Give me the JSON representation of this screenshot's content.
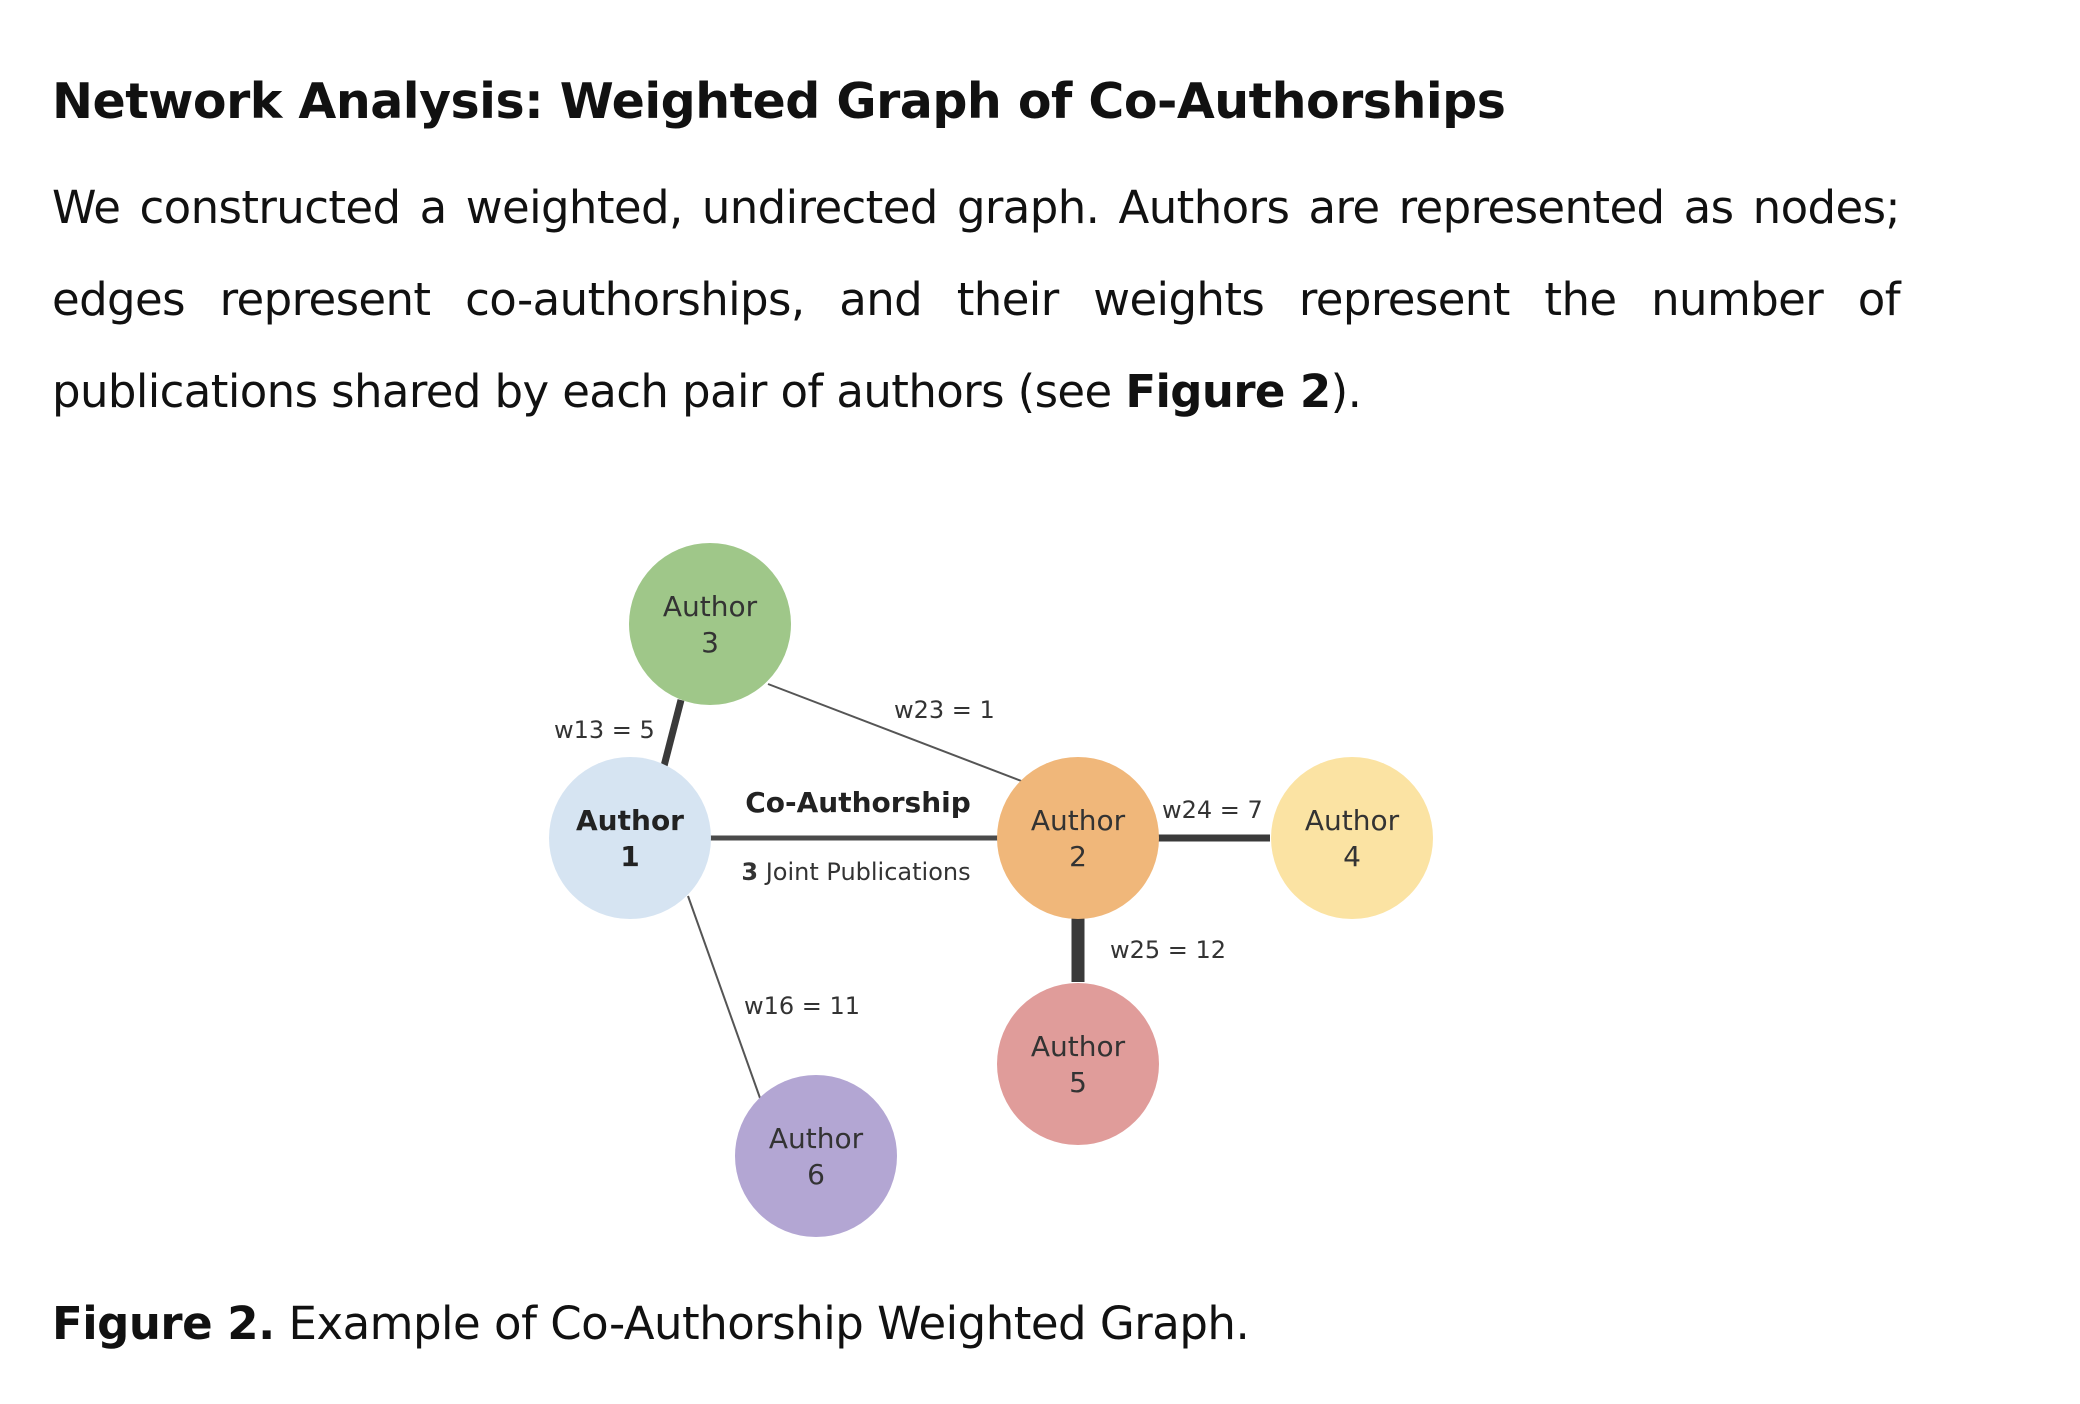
{
  "section": {
    "heading": "Network Analysis: Weighted Graph of Co-Authorships"
  },
  "paragraph": {
    "text_before": "We constructed a weighted, undirected graph. Authors are represented as nodes; edges represent co-authorships, and their weights represent the number of publications shared by each pair of authors (see ",
    "figure_ref": "Figure 2",
    "text_after": ")."
  },
  "figure": {
    "nodes": [
      {
        "id": "1",
        "word": "Author",
        "number": "1",
        "color": "#d6e4f2",
        "bold": true
      },
      {
        "id": "2",
        "word": "Author",
        "number": "2",
        "color": "#f0b77a",
        "bold": false
      },
      {
        "id": "3",
        "word": "Author",
        "number": "3",
        "color": "#9fc789",
        "bold": false
      },
      {
        "id": "4",
        "word": "Author",
        "number": "4",
        "color": "#fbe3a3",
        "bold": false
      },
      {
        "id": "5",
        "word": "Author",
        "number": "5",
        "color": "#e09c9a",
        "bold": false
      },
      {
        "id": "6",
        "word": "Author",
        "number": "6",
        "color": "#b3a6d3",
        "bold": false
      }
    ],
    "edges": [
      {
        "from": "1",
        "to": "3",
        "label": "w13 = 5",
        "weight": 5
      },
      {
        "from": "2",
        "to": "3",
        "label": "w23 = 1",
        "weight": 1
      },
      {
        "from": "2",
        "to": "4",
        "label": "w24 = 7",
        "weight": 7
      },
      {
        "from": "2",
        "to": "5",
        "label": "w25 = 12",
        "weight": 12
      },
      {
        "from": "1",
        "to": "6",
        "label": "w16 = 11",
        "weight": 11
      },
      {
        "from": "1",
        "to": "2",
        "label": "",
        "weight": 3
      }
    ],
    "co_authorship_label": "Co-Authorship",
    "joint_publications": {
      "count": "3",
      "text": " Joint Publications"
    }
  },
  "caption": {
    "label": "Figure 2.",
    "text": " Example of Co-Authorship Weighted Graph."
  }
}
